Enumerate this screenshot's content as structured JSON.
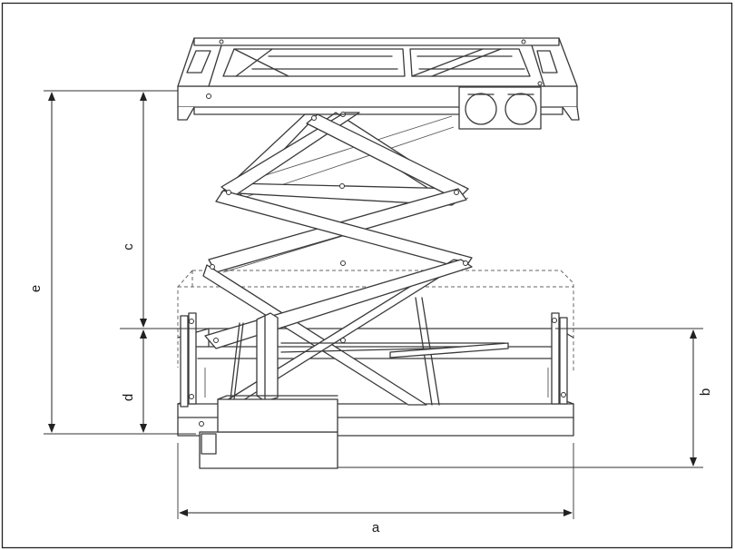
{
  "dimensions": {
    "a": "a",
    "b": "b",
    "c": "c",
    "d": "d",
    "e": "e"
  },
  "colors": {
    "line": "#3a3a3a",
    "background": "#ffffff",
    "frame": "#222222"
  }
}
